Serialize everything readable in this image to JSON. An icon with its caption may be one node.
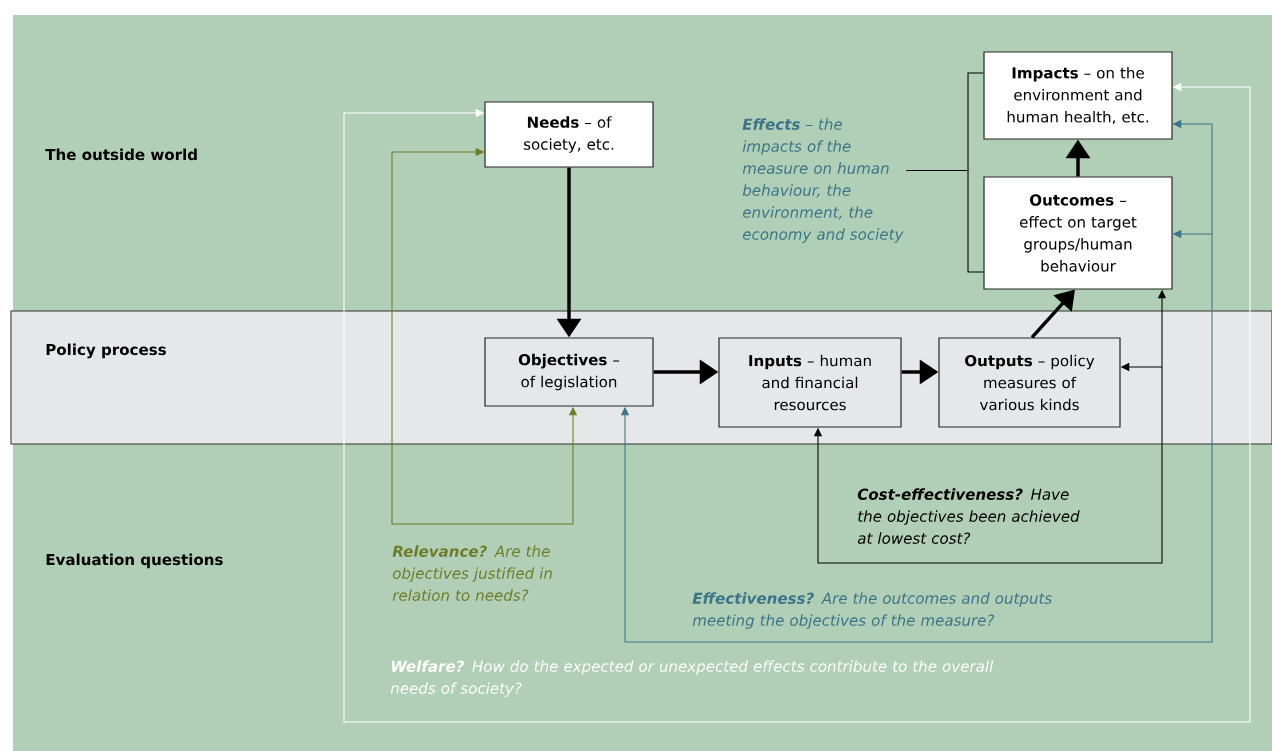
{
  "diagram": {
    "nodes": [
      {
        "text": [
          "**Needs** – of society, etc."
        ]
      },
      {
        "text": [
          "**Objectives** – of legislation"
        ]
      },
      {
        "text": [
          "**Inputs** – human and financial resources"
        ]
      },
      {
        "text": [
          "**Outputs** – policy measures of various kinds"
        ]
      },
      {
        "text": [
          "**Outcomes** – effect on target groups/human behaviour"
        ]
      },
      {
        "text": [
          "**Impacts** – on the environment and human health, etc."
        ]
      },
      {
        "text": [
          "**Effects** – the impacts of the measure on human behaviour, the environment, the economy and society"
        ]
      }
    ],
    "edges": [
      {
        "from": 0,
        "to": 1,
        "arrow": "to",
        "style": "thick"
      },
      {
        "from": 1,
        "to": 2,
        "arrow": "to",
        "style": "thick"
      },
      {
        "from": 2,
        "to": 3,
        "arrow": "to",
        "style": "thick"
      },
      {
        "from": 3,
        "to": 4,
        "arrow": "to",
        "style": "thick"
      },
      {
        "from": 4,
        "to": 5,
        "arrow": "to",
        "style": "thick"
      },
      {
        "from": 1,
        "to": 0,
        "arrow": "both",
        "color": "#6e7c2a",
        "label": "**Relevance?** Are the objectives justified in relation to needs?"
      },
      {
        "from": 2,
        "to": 3,
        "arrow": "both"
      },
      {
        "from": 2,
        "to": 4,
        "arrow": "both",
        "label": "**Cost-effectiveness?** Have the objectives been achieved at lowest cost?"
      },
      {
        "from": 1,
        "to": 4,
        "arrow": "both",
        "color": "#3b7488"
      },
      {
        "from": 1,
        "to": 5,
        "arrow": "both",
        "color": "#3b7488",
        "label": "**Effectiveness?** Are the outcomes and outputs meeting the objectives of the measure?"
      },
      {
        "from": 0,
        "to": 5,
        "arrow": "both",
        "color": "#ffffff",
        "label": "**Welfare?** How do the expected or unexpected effects contribute to the overall needs of society?"
      },
      {
        "from": 6,
        "to": 5,
        "arrow": "none"
      },
      {
        "from": 6,
        "to": 4,
        "arrow": "none"
      }
    ],
    "labels": [
      "The outside world",
      "Policy process",
      "Evaluation questions"
    ]
  }
}
